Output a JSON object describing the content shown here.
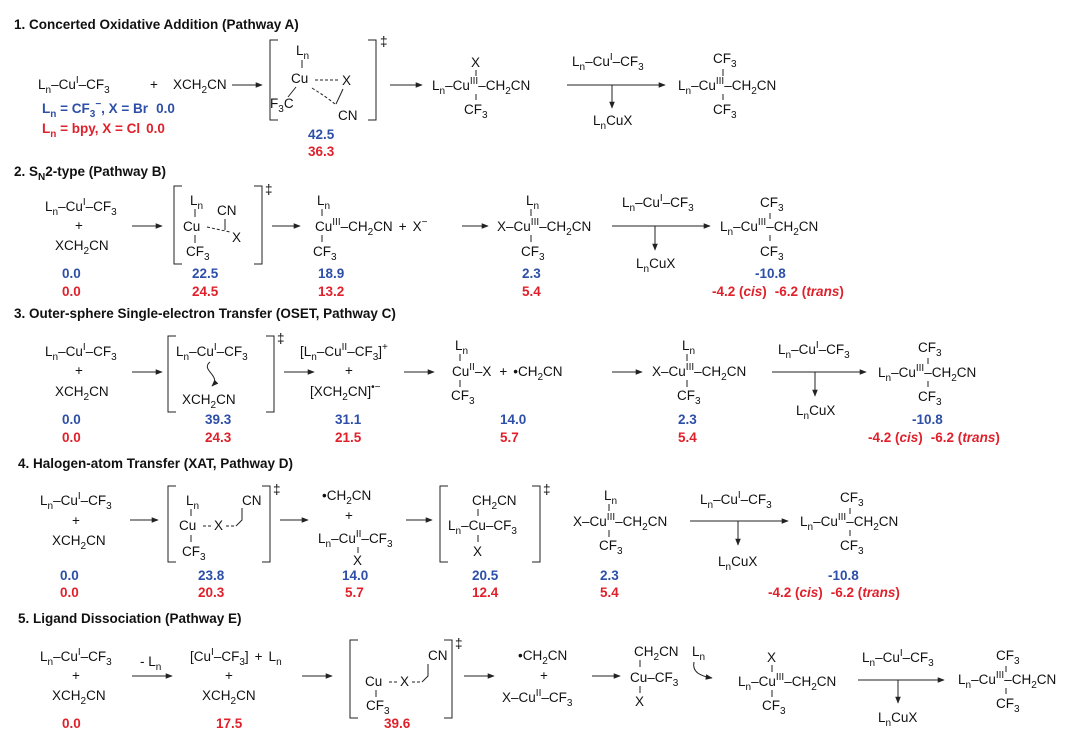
{
  "colors": {
    "blue": "#2e4fa8",
    "red": "#e0212b",
    "ink": "#111111"
  },
  "sections": [
    {
      "title": "1. Concerted Oxidative Addition (Pathway A)"
    },
    {
      "title_pre": "2. S",
      "title_sub": "N",
      "title_post": "2-type (Pathway B)"
    },
    {
      "title": "3. Outer-sphere Single-electron Transfer (OSET, Pathway C)"
    },
    {
      "title": "4. Halogen-atom Transfer (XAT, Pathway D)"
    },
    {
      "title": "5. Ligand Dissociation (Pathway E)"
    }
  ],
  "labels": {
    "Ln": "L",
    "n": "n",
    "dash": "–",
    "CuI": "Cu",
    "I": "I",
    "II": "II",
    "III": "III",
    "CF3": "CF",
    "three": "3",
    "plus": "+",
    "X": "X",
    "Cu": "Cu",
    "XCH2CN_a": "XCH",
    "XCH2CN_b": "CN",
    "two": "2",
    "CH2CN_a": "CH",
    "CN": "CN",
    "F3C": "F",
    "F3C_b": "C",
    "dagger": "‡",
    "LnCuX_a": "L",
    "LnCuX_b": "CuX",
    "Xminus": "X",
    "minus": "−",
    "radical": "•",
    "minusLn": "- L",
    "bpy": "bpy"
  },
  "pathA": {
    "cond1_a": "L",
    "cond1_b": " = CF",
    "cond1_c": ", X = Br",
    "cond1_val": "0.0",
    "cond2_a": "L",
    "cond2_b": " = bpy,  X = Cl",
    "cond2_val": "0.0",
    "ts_blue": "42.5",
    "ts_red": "36.3"
  },
  "pathB": {
    "blue": [
      "0.0",
      "22.5",
      "18.9",
      "2.3",
      "-10.8"
    ],
    "red": [
      "0.0",
      "24.5",
      "13.2",
      "5.4"
    ],
    "cis_val": "-4.2 (",
    "cis": "cis",
    "cis_close": ")",
    "trans_val": "-6.2 (",
    "trans": "trans",
    "trans_close": ")"
  },
  "pathC": {
    "blue": [
      "0.0",
      "39.3",
      "31.1",
      "14.0",
      "2.3",
      "-10.8"
    ],
    "red": [
      "0.0",
      "24.3",
      "21.5",
      "5.7",
      "5.4"
    ],
    "cis_val": "-4.2 (",
    "cis": "cis",
    "cis_close": ")",
    "trans_val": "-6.2 (",
    "trans": "trans",
    "trans_close": ")"
  },
  "pathD": {
    "blue": [
      "0.0",
      "23.8",
      "14.0",
      "20.5",
      "2.3",
      "-10.8"
    ],
    "red": [
      "0.0",
      "20.3",
      "5.7",
      "12.4",
      "5.4"
    ],
    "cis_val": "-4.2 (",
    "cis": "cis",
    "cis_close": ")",
    "trans_val": "-6.2 (",
    "trans": "trans",
    "trans_close": ")"
  },
  "pathE": {
    "red": [
      "0.0",
      "17.5",
      "39.6"
    ]
  }
}
